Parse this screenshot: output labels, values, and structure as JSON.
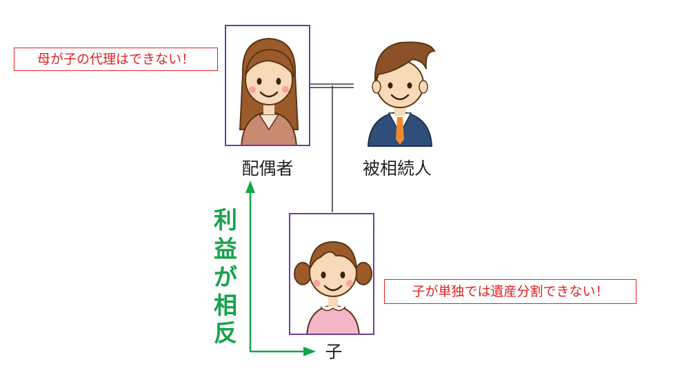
{
  "labels": {
    "spouse": "配偶者",
    "deceased": "被相続人",
    "child": "子"
  },
  "callouts": {
    "mother": "母が子の代理はできない！",
    "child": "子が単独では遺産分割できない！"
  },
  "conflict_chars": [
    "利",
    "益",
    "が",
    "相",
    "反"
  ],
  "colors": {
    "frame": "#6a3e9a",
    "callout": "#e02020",
    "arrow": "#16a34a",
    "skin": "#f8d9b8",
    "hair_brown": "#9a5a2a",
    "suit": "#2f4f7a"
  }
}
